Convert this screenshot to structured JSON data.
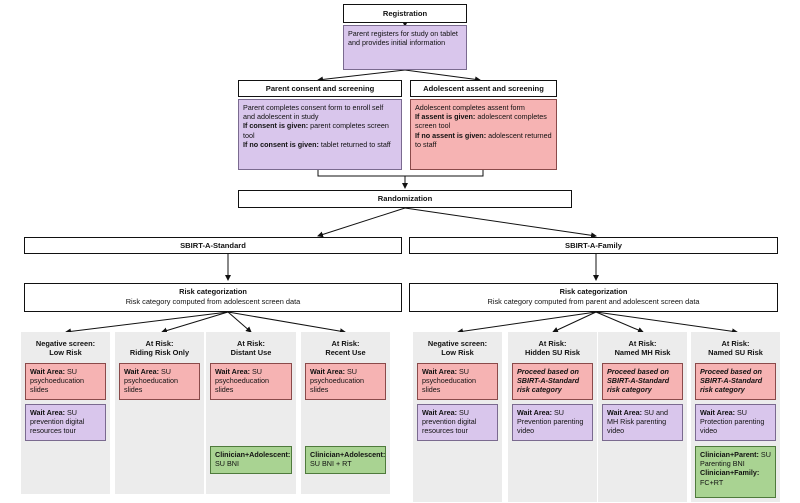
{
  "registration": {
    "title": "Registration",
    "text": "Parent registers for study on tablet and provides initial information"
  },
  "parent_consent": {
    "title": "Parent consent and screening",
    "line1": "Parent completes consent form to enroll self and adolescent in study",
    "if_given_label": "If consent is given:",
    "if_given_text": " parent completes screen tool",
    "if_no_label": "If no consent is given:",
    "if_no_text": " tablet returned to staff"
  },
  "adolescent_assent": {
    "title": "Adolescent assent and screening",
    "line1": "Adolescent completes assent form",
    "if_given_label": "If assent is given:",
    "if_given_text": " adolescent completes screen tool",
    "if_no_label": "If no assent is given:",
    "if_no_text": " adolescent returned to staff"
  },
  "randomization": {
    "title": "Randomization"
  },
  "arms": {
    "standard": {
      "title": "SBIRT-A-Standard",
      "risk_title": "Risk categorization",
      "risk_text": "Risk category computed from adolescent screen data",
      "columns": [
        {
          "head1": "Negative screen:",
          "head2": "Low Risk"
        },
        {
          "head1": "At Risk:",
          "head2": "Riding Risk Only"
        },
        {
          "head1": "At Risk:",
          "head2": "Distant Use"
        },
        {
          "head1": "At Risk:",
          "head2": "Recent Use"
        }
      ]
    },
    "family": {
      "title": "SBIRT-A-Family",
      "risk_title": "Risk categorization",
      "risk_text": "Risk category computed from parent and adolescent screen data",
      "columns": [
        {
          "head1": "Negative screen:",
          "head2": "Low Risk"
        },
        {
          "head1": "At Risk:",
          "head2": "Hidden SU Risk"
        },
        {
          "head1": "At Risk:",
          "head2": "Named MH Risk"
        },
        {
          "head1": "At Risk:",
          "head2": "Named SU Risk"
        }
      ]
    }
  },
  "cells": {
    "wait_label": "Wait Area:",
    "su_psychoed": " SU psychoeducation slides",
    "su_prevention_tour": " SU prevention digital resources tour",
    "proceed": "Proceed based on SBIRT-A-Standard risk category",
    "su_prevention_video": " SU Prevention parenting video",
    "su_mh_video": " SU and MH Risk parenting video",
    "su_protection_video": " SU Protection parenting video",
    "ca_label": "Clinician+Adolescent:",
    "su_bni": " SU BNI",
    "su_bni_rt": " SU BNI + RT",
    "cp_label": "Clinician+Parent:",
    "cp_text": " SU Parenting BNI",
    "cf_label": "Clinician+Family:",
    "cf_text": " FC+RT"
  },
  "colors": {
    "purple": "#d9c6ec",
    "pink": "#f6b3b3",
    "green": "#a9d392",
    "column_bg": "#ececec"
  }
}
